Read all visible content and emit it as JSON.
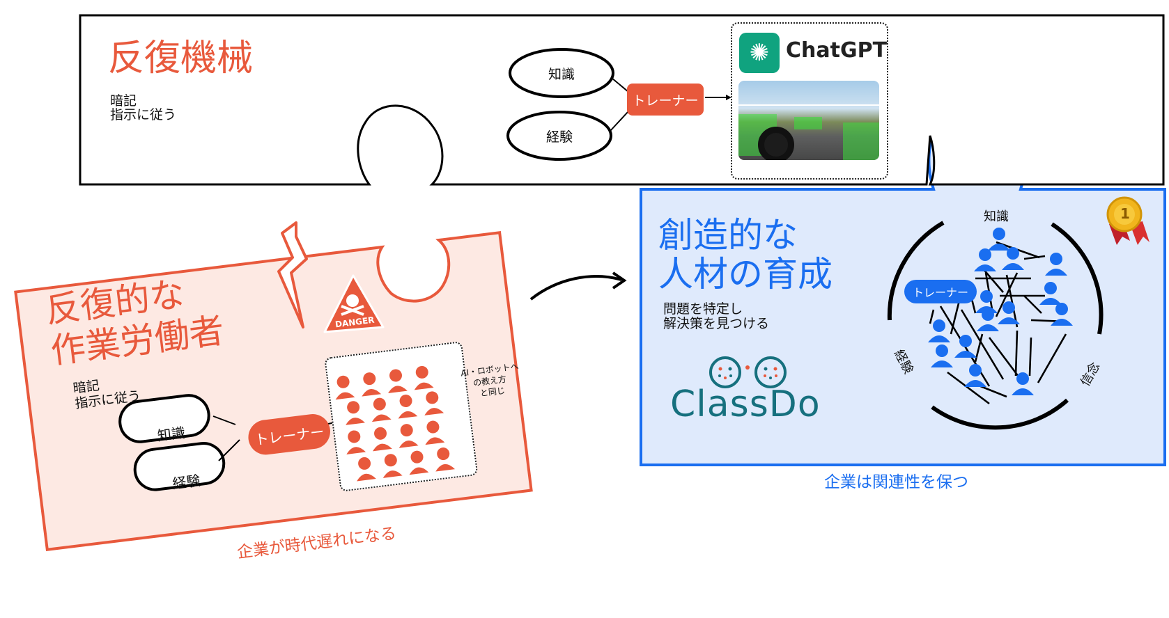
{
  "top_panel": {
    "title": "反復機械",
    "subtitle_line1": "暗記",
    "subtitle_line2": "指示に従う",
    "flow": {
      "knowledge": "知識",
      "experience": "経験",
      "trainer": "トレーナー"
    },
    "brand": "ChatGPT"
  },
  "left_panel": {
    "title_line1": "反復的な",
    "title_line2": "作業労働者",
    "subtitle_line1": "暗記",
    "subtitle_line2": "指示に従う",
    "danger_label": "DANGER",
    "flow": {
      "knowledge": "知識",
      "experience": "経験",
      "trainer": "トレーナー"
    },
    "note_line1": "AI・ロボットへ",
    "note_line2": "の教え方",
    "note_line3": "と同じ",
    "caption": "企業が時代遅れになる"
  },
  "right_panel": {
    "title_line1": "創造的な",
    "title_line2": "人材の育成",
    "subtitle_line1": "問題を特定し",
    "subtitle_line2": "解決策を見つける",
    "logo": "ClassDo",
    "network": {
      "knowledge": "知識",
      "experience": "経験",
      "belief": "信念",
      "trainer": "トレーナー"
    },
    "medal_number": "1",
    "caption": "企業は関連性を保つ"
  },
  "colors": {
    "accent_orange": "#e8593c",
    "panel_orange_bg": "#fde9e3",
    "accent_blue": "#1a6ef0",
    "panel_blue_bg": "#dfeafc",
    "chatgpt_green": "#10a37f",
    "logo_teal": "#16707e"
  }
}
